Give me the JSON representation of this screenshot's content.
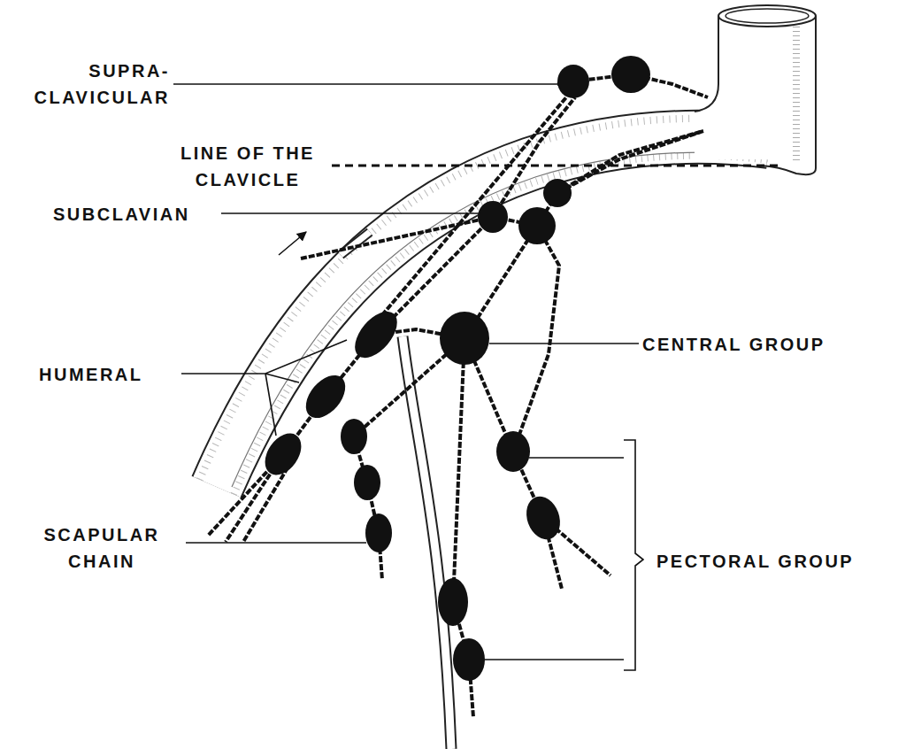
{
  "diagram": {
    "labels": [
      "SUPRA- CLAVICULAR",
      "LINE OF THE CLAVICLE",
      "SUBCLAVIAN",
      "HUMERAL",
      "SCAPULAR CHAIN",
      "CENTRAL GROUP",
      "PECTORAL GROUP"
    ]
  }
}
